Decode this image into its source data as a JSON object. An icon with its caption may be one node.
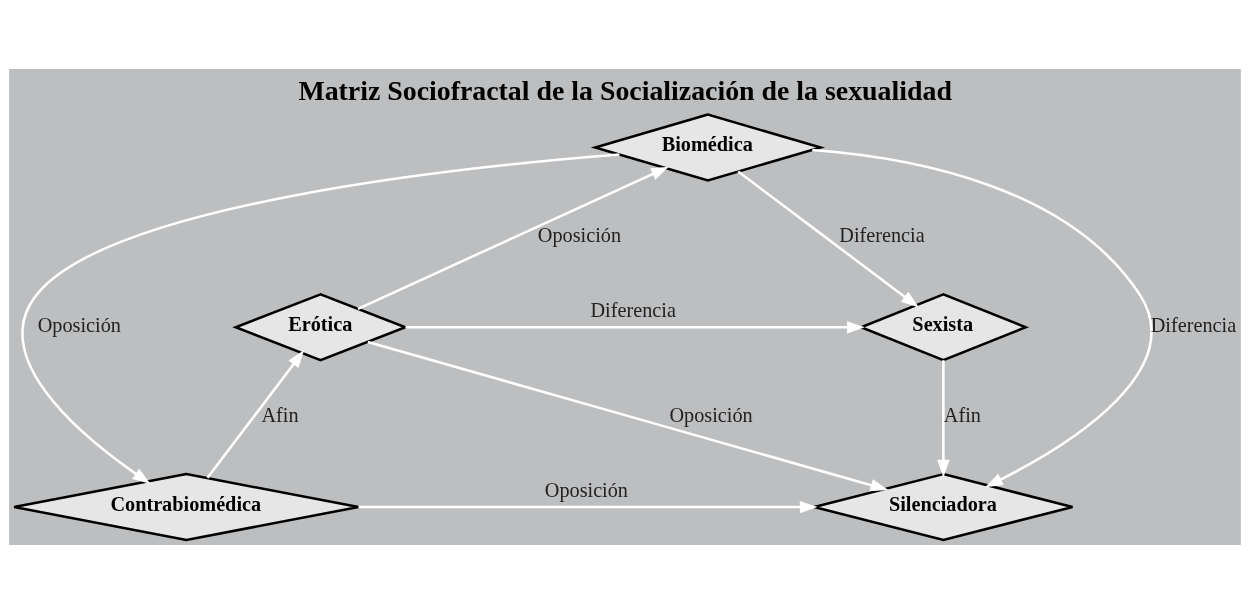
{
  "diagram": {
    "title": "Matriz Sociofractal de la Socialización de la sexualidad",
    "nodes": [
      {
        "text": [
          "Biomédica"
        ]
      },
      {
        "text": [
          "Erótica"
        ]
      },
      {
        "text": [
          "Sexista"
        ]
      },
      {
        "text": [
          "Contrabiomédica"
        ]
      },
      {
        "text": [
          "Silenciadora"
        ]
      }
    ],
    "edges": [
      {
        "from": 1,
        "to": 0,
        "arrow": "to",
        "label": "Oposición"
      },
      {
        "from": 0,
        "to": 2,
        "arrow": "to",
        "label": "Diferencia"
      },
      {
        "from": 1,
        "to": 2,
        "arrow": "to",
        "label": "Diferencia"
      },
      {
        "from": 0,
        "to": 3,
        "arrow": "to",
        "label": "Oposición"
      },
      {
        "from": 0,
        "to": 4,
        "arrow": "to",
        "label": "Diferencia"
      },
      {
        "from": 3,
        "to": 1,
        "arrow": "to",
        "label": "Afin"
      },
      {
        "from": 1,
        "to": 4,
        "arrow": "to",
        "label": "Oposición"
      },
      {
        "from": 2,
        "to": 4,
        "arrow": "to",
        "label": "Afin"
      },
      {
        "from": 3,
        "to": 4,
        "arrow": "to",
        "label": "Oposición"
      }
    ]
  }
}
